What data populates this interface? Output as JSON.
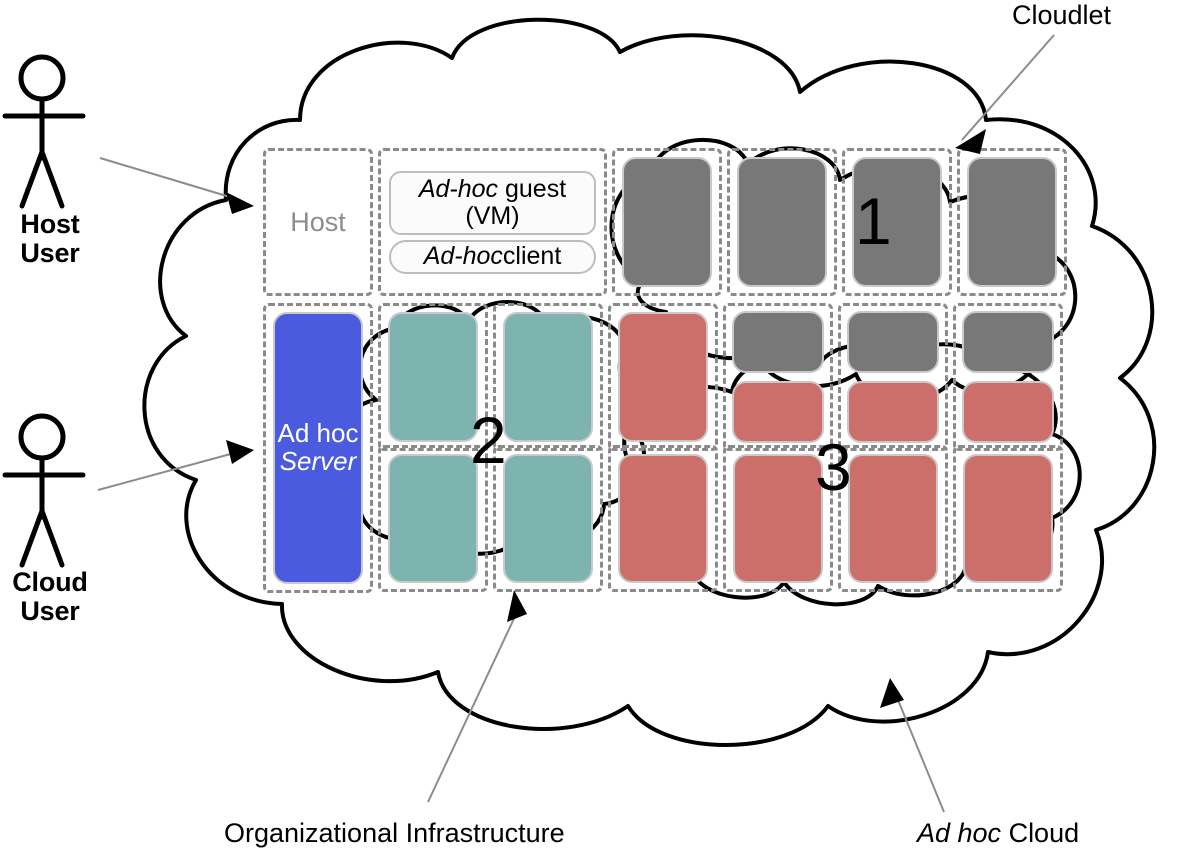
{
  "diagram": {
    "title_annotations": {
      "cloudlet": "Cloudlet",
      "org_infrastructure": "Organizational Infrastructure",
      "adhoc_cloud_italic": "Ad hoc",
      "adhoc_cloud_rest": " Cloud"
    },
    "actors": [
      {
        "id": "host-user",
        "line1": "Host",
        "line2": "User"
      },
      {
        "id": "cloud-user",
        "line1": "Cloud",
        "line2": "User"
      }
    ],
    "host_cell": {
      "label": "Host"
    },
    "guest_cell": {
      "vm_italic": "Ad-hoc",
      "vm_rest": " guest",
      "vm_line2": "(VM)",
      "client_italic": "Ad-hoc",
      "client_rest": " client"
    },
    "server_cell": {
      "line1": "Ad hoc",
      "line2": "Server"
    },
    "group_numbers": [
      "1",
      "2",
      "3"
    ],
    "colors": {
      "gray": "#787878",
      "red": "#cc6f6b",
      "teal": "#7db4b0",
      "blue": "#4a5be0",
      "cell_border": "#8a8a8a",
      "node_border": "#c9c9c9",
      "host_text": "#8d8d8d",
      "outline": "#000000"
    },
    "grid": {
      "rows": 3,
      "columns": 7,
      "row1": [
        {
          "type": "host",
          "color": "none"
        },
        {
          "type": "guest",
          "color": "none",
          "span": 2
        },
        {
          "type": "full",
          "color": "gray"
        },
        {
          "type": "full",
          "color": "gray"
        },
        {
          "type": "full",
          "color": "gray"
        },
        {
          "type": "full",
          "color": "gray"
        }
      ],
      "row2": [
        {
          "type": "full",
          "color": "blue"
        },
        {
          "type": "full",
          "color": "teal"
        },
        {
          "type": "full",
          "color": "teal"
        },
        {
          "type": "full",
          "color": "red"
        },
        {
          "type": "split",
          "top": "gray",
          "bottom": "red"
        },
        {
          "type": "split",
          "top": "gray",
          "bottom": "red"
        },
        {
          "type": "split",
          "top": "gray",
          "bottom": "red"
        }
      ],
      "row3": [
        {
          "type": "none",
          "color": "none"
        },
        {
          "type": "full",
          "color": "teal"
        },
        {
          "type": "full",
          "color": "teal"
        },
        {
          "type": "full",
          "color": "red"
        },
        {
          "type": "full",
          "color": "red"
        },
        {
          "type": "full",
          "color": "red"
        },
        {
          "type": "full",
          "color": "red"
        }
      ]
    }
  }
}
